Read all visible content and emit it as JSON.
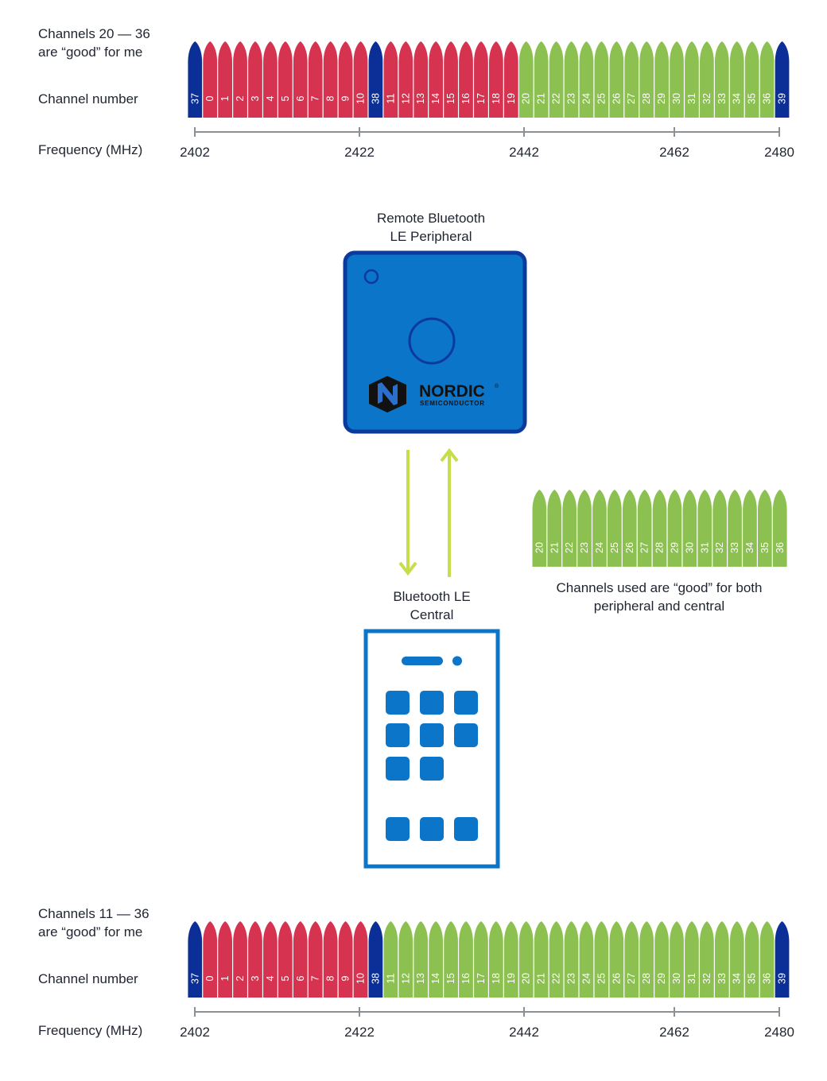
{
  "colors": {
    "bad": "#D63350",
    "good": "#8CC152",
    "advertising": "#0B2F96",
    "axis": "#8A9094",
    "device_blue": "#0B75C9",
    "device_border": "#0B3A9C",
    "phone_blue": "#0B75C9",
    "arrow": "#C7DD4A",
    "label_text": "#1F2430"
  },
  "top_chart": {
    "title_line1": "Channels 20 — 36",
    "title_line2": "are “good” for me",
    "channel_label": "Channel number",
    "freq_label": "Frequency (MHz)",
    "channels": [
      {
        "num": "37",
        "status": "advertising"
      },
      {
        "num": "0",
        "status": "bad"
      },
      {
        "num": "1",
        "status": "bad"
      },
      {
        "num": "2",
        "status": "bad"
      },
      {
        "num": "3",
        "status": "bad"
      },
      {
        "num": "4",
        "status": "bad"
      },
      {
        "num": "5",
        "status": "bad"
      },
      {
        "num": "6",
        "status": "bad"
      },
      {
        "num": "7",
        "status": "bad"
      },
      {
        "num": "8",
        "status": "bad"
      },
      {
        "num": "9",
        "status": "bad"
      },
      {
        "num": "10",
        "status": "bad"
      },
      {
        "num": "38",
        "status": "advertising"
      },
      {
        "num": "11",
        "status": "bad"
      },
      {
        "num": "12",
        "status": "bad"
      },
      {
        "num": "13",
        "status": "bad"
      },
      {
        "num": "14",
        "status": "bad"
      },
      {
        "num": "15",
        "status": "bad"
      },
      {
        "num": "16",
        "status": "bad"
      },
      {
        "num": "17",
        "status": "bad"
      },
      {
        "num": "18",
        "status": "bad"
      },
      {
        "num": "19",
        "status": "bad"
      },
      {
        "num": "20",
        "status": "good"
      },
      {
        "num": "21",
        "status": "good"
      },
      {
        "num": "22",
        "status": "good"
      },
      {
        "num": "23",
        "status": "good"
      },
      {
        "num": "24",
        "status": "good"
      },
      {
        "num": "25",
        "status": "good"
      },
      {
        "num": "26",
        "status": "good"
      },
      {
        "num": "27",
        "status": "good"
      },
      {
        "num": "28",
        "status": "good"
      },
      {
        "num": "29",
        "status": "good"
      },
      {
        "num": "30",
        "status": "good"
      },
      {
        "num": "31",
        "status": "good"
      },
      {
        "num": "32",
        "status": "good"
      },
      {
        "num": "33",
        "status": "good"
      },
      {
        "num": "34",
        "status": "good"
      },
      {
        "num": "35",
        "status": "good"
      },
      {
        "num": "36",
        "status": "good"
      },
      {
        "num": "39",
        "status": "advertising"
      }
    ],
    "freq_ticks": [
      "2402",
      "2422",
      "2442",
      "2462",
      "2480"
    ]
  },
  "peripheral": {
    "label_line1": "Remote Bluetooth",
    "label_line2": "LE Peripheral",
    "brand_name": "NORDIC",
    "brand_sub": "SEMICONDUCTOR",
    "trademark": "®"
  },
  "central": {
    "label_line1": "Bluetooth LE",
    "label_line2": "Central"
  },
  "shared_channels": {
    "channels": [
      "20",
      "21",
      "22",
      "23",
      "24",
      "25",
      "26",
      "27",
      "28",
      "29",
      "30",
      "31",
      "32",
      "33",
      "34",
      "35",
      "36"
    ],
    "caption_line1": "Channels used are “good” for both",
    "caption_line2": "peripheral and central"
  },
  "bottom_chart": {
    "title_line1": "Channels 11 — 36",
    "title_line2": "are “good” for me",
    "channel_label": "Channel number",
    "freq_label": "Frequency (MHz)",
    "channels": [
      {
        "num": "37",
        "status": "advertising"
      },
      {
        "num": "0",
        "status": "bad"
      },
      {
        "num": "1",
        "status": "bad"
      },
      {
        "num": "2",
        "status": "bad"
      },
      {
        "num": "3",
        "status": "bad"
      },
      {
        "num": "4",
        "status": "bad"
      },
      {
        "num": "5",
        "status": "bad"
      },
      {
        "num": "6",
        "status": "bad"
      },
      {
        "num": "7",
        "status": "bad"
      },
      {
        "num": "8",
        "status": "bad"
      },
      {
        "num": "9",
        "status": "bad"
      },
      {
        "num": "10",
        "status": "bad"
      },
      {
        "num": "38",
        "status": "advertising"
      },
      {
        "num": "11",
        "status": "good"
      },
      {
        "num": "12",
        "status": "good"
      },
      {
        "num": "13",
        "status": "good"
      },
      {
        "num": "14",
        "status": "good"
      },
      {
        "num": "15",
        "status": "good"
      },
      {
        "num": "16",
        "status": "good"
      },
      {
        "num": "17",
        "status": "good"
      },
      {
        "num": "18",
        "status": "good"
      },
      {
        "num": "19",
        "status": "good"
      },
      {
        "num": "20",
        "status": "good"
      },
      {
        "num": "21",
        "status": "good"
      },
      {
        "num": "22",
        "status": "good"
      },
      {
        "num": "23",
        "status": "good"
      },
      {
        "num": "24",
        "status": "good"
      },
      {
        "num": "25",
        "status": "good"
      },
      {
        "num": "26",
        "status": "good"
      },
      {
        "num": "27",
        "status": "good"
      },
      {
        "num": "28",
        "status": "good"
      },
      {
        "num": "29",
        "status": "good"
      },
      {
        "num": "30",
        "status": "good"
      },
      {
        "num": "31",
        "status": "good"
      },
      {
        "num": "32",
        "status": "good"
      },
      {
        "num": "33",
        "status": "good"
      },
      {
        "num": "34",
        "status": "good"
      },
      {
        "num": "35",
        "status": "good"
      },
      {
        "num": "36",
        "status": "good"
      },
      {
        "num": "39",
        "status": "advertising"
      }
    ],
    "freq_ticks": [
      "2402",
      "2422",
      "2442",
      "2462",
      "2480"
    ]
  }
}
